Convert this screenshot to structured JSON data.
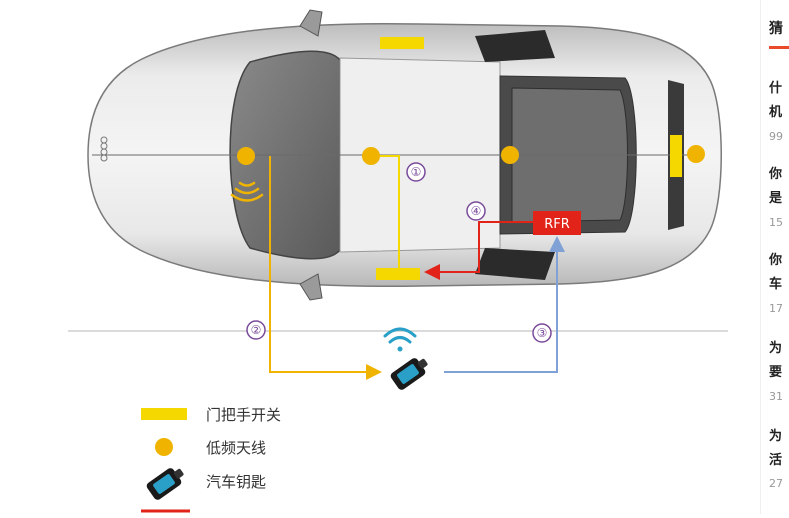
{
  "diagram": {
    "markers": {
      "circle_1": "①",
      "circle_2": "②",
      "circle_3": "③",
      "circle_4": "④"
    },
    "rfr_label": "RFR",
    "legend": {
      "door_switch": "门把手开关",
      "lf_antenna": "低频天线",
      "car_key": "汽车钥匙"
    },
    "colors": {
      "yellow": "#f5d800",
      "antenna": "#f0b400",
      "red": "#e2231a",
      "blue": "#7fa1d6",
      "car_body": "#e4e4e4"
    }
  },
  "sidebar": {
    "header": "猜",
    "items": [
      {
        "line1": "什",
        "line2": "机",
        "count": "99"
      },
      {
        "line1": "你",
        "line2": "是",
        "count": "15"
      },
      {
        "line1": "你",
        "line2": "车",
        "count": "17"
      },
      {
        "line1": "为",
        "line2": "要",
        "count": "31"
      },
      {
        "line1": "为",
        "line2": "活",
        "count": "27"
      }
    ]
  }
}
